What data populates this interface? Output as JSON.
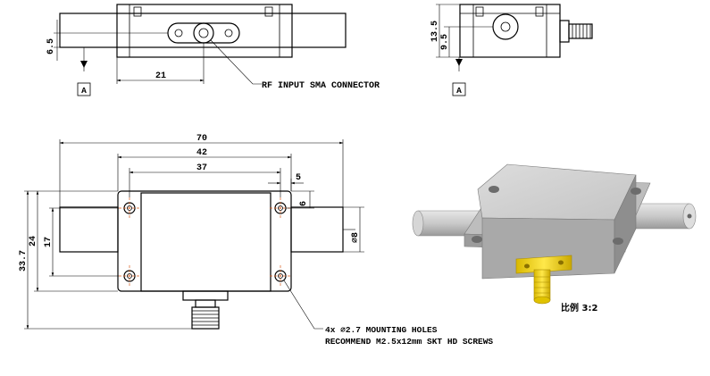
{
  "top_left_view": {
    "dim_height": "6.5",
    "dim_offset": "21",
    "datum": "A",
    "callout": "RF INPUT SMA CONNECTOR"
  },
  "top_right_view": {
    "dim_height_total": "13.5",
    "dim_height_center": "9.5",
    "datum": "A"
  },
  "main_view": {
    "dim_overall_length": "70",
    "dim_flange_length": "42",
    "dim_hole_spacing": "37",
    "dim_hole_edge_x": "5",
    "dim_hole_edge_y": "6",
    "dim_rod_diameter": "∅8",
    "dim_overall_height": "33.7",
    "dim_flange_height": "24",
    "dim_hole_spacing_y": "17",
    "note_line1": "4x ∅2.7 MOUNTING HOLES",
    "note_line2": "RECOMMEND M2.5x12mm SKT HD SCREWS"
  },
  "iso_view": {
    "scale_label": "比例 3:2"
  },
  "colors": {
    "centerline": "#d85a1a",
    "body_gray": "#c8c8c8",
    "connector_gold": "#f2d100"
  }
}
